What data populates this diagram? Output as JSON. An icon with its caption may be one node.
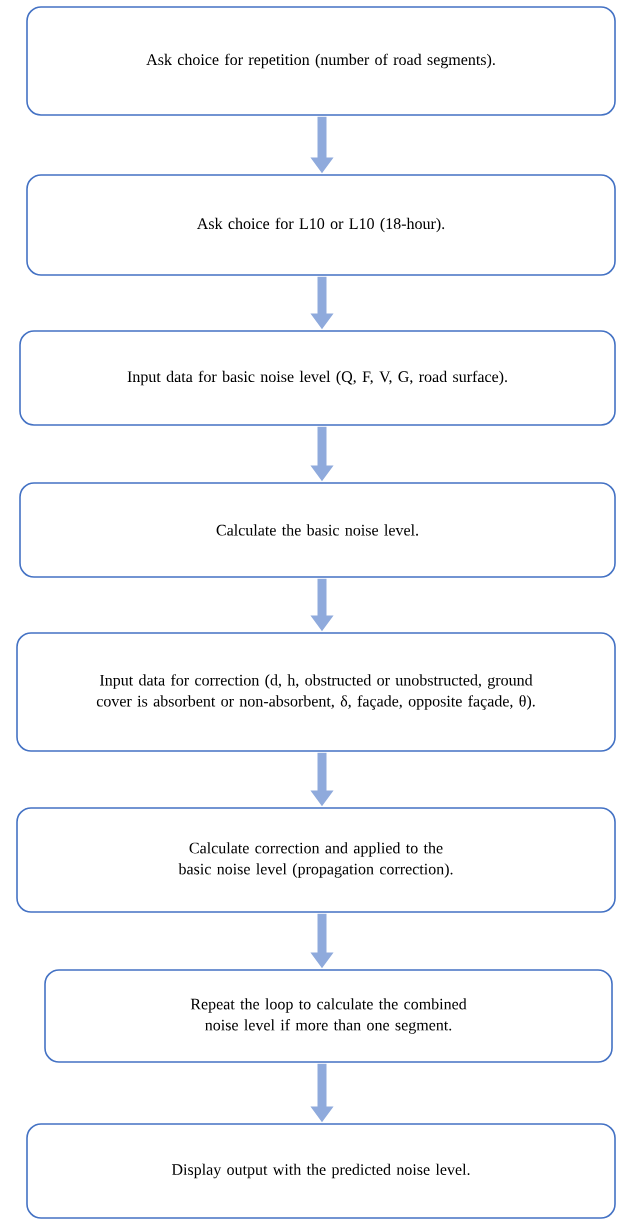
{
  "diagram": {
    "nodes": [
      {
        "text": [
          "Ask choice for repetition (number of road segments)."
        ]
      },
      {
        "text": [
          "Ask choice for L10 or L10 (18-hour)."
        ]
      },
      {
        "text": [
          "Input data for basic noise level (Q, F, V, G, road surface)."
        ]
      },
      {
        "text": [
          "Calculate the basic noise level."
        ]
      },
      {
        "text": [
          "Input data for correction (d, h, obstructed or unobstructed, ground cover is absorbent or non-absorbent, δ, façade, opposite façade, θ)."
        ]
      },
      {
        "text": [
          "Calculate correction and applied to the basic noise level (propagation correction)."
        ]
      },
      {
        "text": [
          "Repeat the loop to calculate the combined noise level if more than one segment."
        ]
      },
      {
        "text": [
          "Display output with the predicted noise level."
        ]
      }
    ],
    "edges": [
      {
        "from": 0,
        "to": 1,
        "arrow": "to"
      },
      {
        "from": 1,
        "to": 2,
        "arrow": "to"
      },
      {
        "from": 2,
        "to": 3,
        "arrow": "to"
      },
      {
        "from": 3,
        "to": 4,
        "arrow": "to"
      },
      {
        "from": 4,
        "to": 5,
        "arrow": "to"
      },
      {
        "from": 5,
        "to": 6,
        "arrow": "to"
      },
      {
        "from": 6,
        "to": 7,
        "arrow": "to"
      }
    ]
  }
}
